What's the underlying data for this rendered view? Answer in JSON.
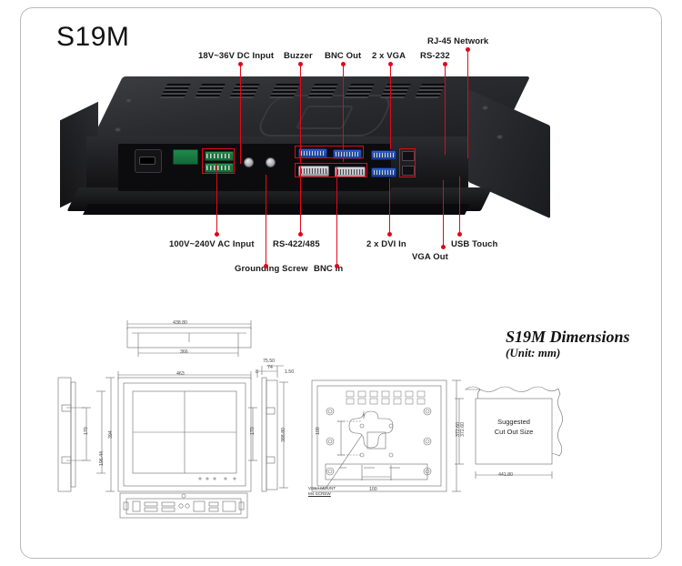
{
  "page": {
    "model_title": "S19M"
  },
  "callouts": {
    "top": [
      {
        "label": "18V~36V DC Input"
      },
      {
        "label": "Buzzer"
      },
      {
        "label": "BNC Out"
      },
      {
        "label": "2 x VGA"
      },
      {
        "label": "RS-232"
      },
      {
        "label": "RJ-45 Network"
      }
    ],
    "bottom": [
      {
        "label": "100V~240V AC Input"
      },
      {
        "label": "RS-422/485"
      },
      {
        "label": "2 x DVI In"
      },
      {
        "label": "USB Touch"
      },
      {
        "label": "Grounding Screw"
      },
      {
        "label": "BNC In"
      },
      {
        "label": "VGA Out"
      }
    ]
  },
  "dimensions_section": {
    "title": "S19M Dimensions",
    "subtitle": "(Unit: mm)",
    "cutout": {
      "line1": "Suggested",
      "line2": "Cut Out Size",
      "width": "441.80",
      "height": "372.60"
    },
    "vesa_note": {
      "line1": "VESA MOUNT",
      "line2": "M4 SCREW"
    },
    "values": {
      "top_outer_width": "438.80",
      "top_inner_width": "366",
      "front_width": "463",
      "front_height": "394",
      "screen_height": "196.44",
      "mount_span": "170",
      "side_depth_total": "75.50",
      "side_depth_inner": "74",
      "side_flange": "8",
      "side_thickness": "1.50",
      "side_height": "388.80",
      "side_mount_span": "170",
      "vesa_h": "100",
      "vesa_v": "100",
      "rear_height": "372.60"
    }
  },
  "colors": {
    "leader": "#e2071b",
    "frame_border": "#b9b9b9",
    "cad_line": "#6b6b6b",
    "text": "#1a1a1a"
  }
}
